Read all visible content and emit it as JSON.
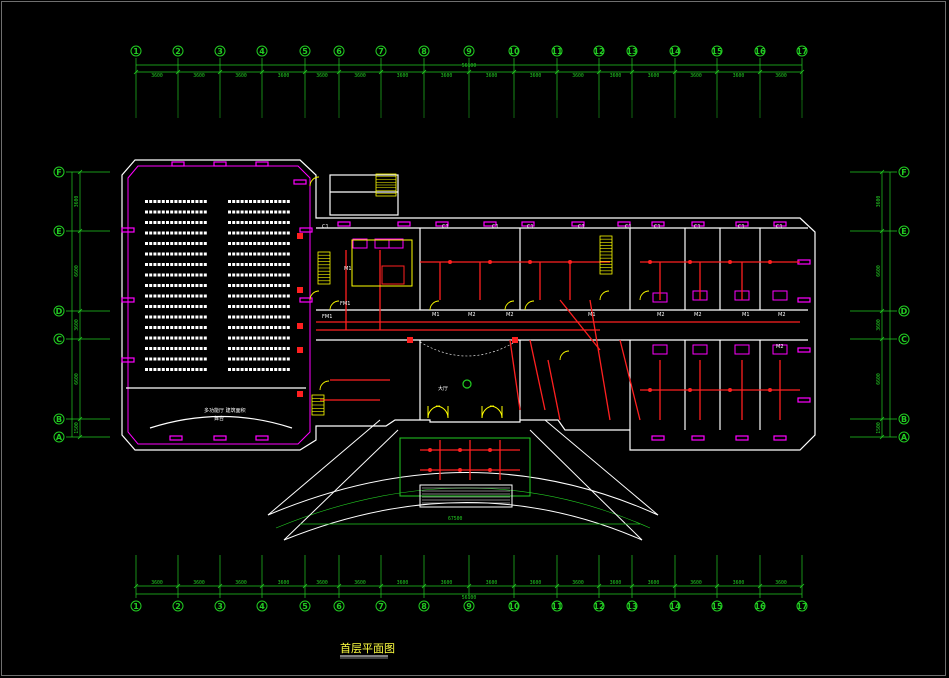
{
  "drawing": {
    "title": "首层平面图",
    "grid_columns": [
      "1",
      "2",
      "3",
      "4",
      "5",
      "6",
      "7",
      "8",
      "9",
      "10",
      "11",
      "12",
      "13",
      "14",
      "15",
      "16",
      "17"
    ],
    "grid_rows": [
      "F",
      "E",
      "D",
      "C",
      "B",
      "A"
    ],
    "dims_top": [
      "3600",
      "3600",
      "3600",
      "3600",
      "3600",
      "3600",
      "3600",
      "3600",
      "3600",
      "3600",
      "3600",
      "3600",
      "3600",
      "3600",
      "3600",
      "3600"
    ],
    "dims_bottom": [
      "3600",
      "3600",
      "3600",
      "3600",
      "3600",
      "3600",
      "3600",
      "3600",
      "3600",
      "3600",
      "3600",
      "3600",
      "3600",
      "3600",
      "3600",
      "3600"
    ],
    "overall_top": "56100",
    "overall_bottom": "56100",
    "dims_left": [
      "3600",
      "6600",
      "3600",
      "6600",
      "1500"
    ],
    "dims_right": [
      "3600",
      "6600",
      "3600",
      "6600",
      "1500"
    ],
    "entrance_dim": "67500",
    "labels": {
      "stage": "舞台",
      "hall": "大厅",
      "room_tags": [
        "C1",
        "C1",
        "C1",
        "C1",
        "C1",
        "C1",
        "C1",
        "C1",
        "C1",
        "C1",
        "M1",
        "M1",
        "M2",
        "M2",
        "M1",
        "M2",
        "M2",
        "M1",
        "M2",
        "M2",
        "FM1",
        "FM1"
      ],
      "auditorium_text": "多功能厅 建筑面积"
    },
    "colors": {
      "background": "#000000",
      "grid": "#22cc22",
      "walls": "#ffffff",
      "windows": "#ff00ff",
      "electrical": "#ff2020",
      "doors": "#ffff00",
      "stairs": "#ffff00",
      "accent": "#00ffff"
    }
  }
}
